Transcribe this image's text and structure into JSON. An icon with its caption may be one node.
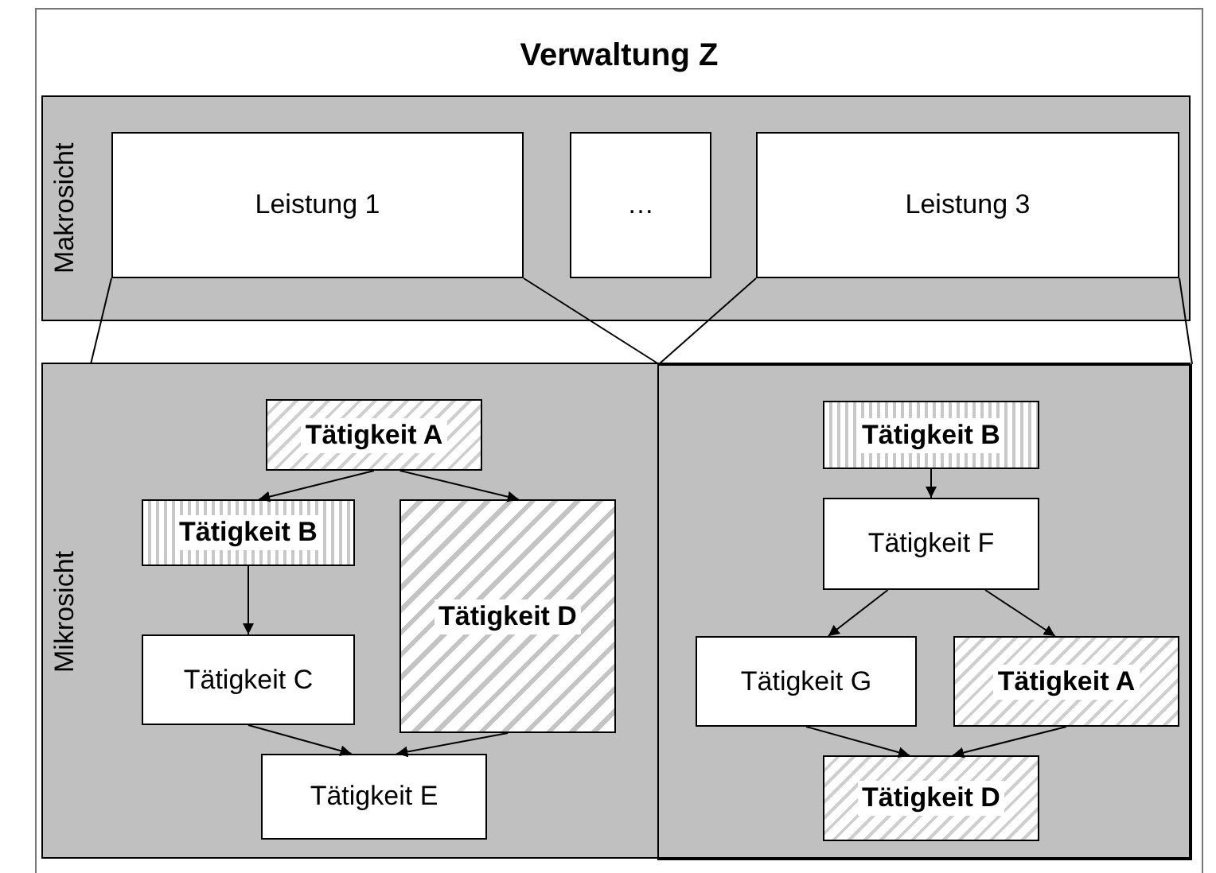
{
  "diagram": {
    "nodes": [
      {
        "text": [
          "Verwaltung Z"
        ]
      },
      {
        "text": [
          "Makrosicht"
        ],
        "in": 0
      },
      {
        "text": [
          "Leistung 1"
        ],
        "in": 1
      },
      {
        "text": [
          "…"
        ],
        "in": 1
      },
      {
        "text": [
          "Leistung 3"
        ],
        "in": 1
      },
      {
        "text": [
          "Mikrosicht"
        ],
        "in": 0
      },
      {
        "text": [],
        "shape": "box",
        "in": 5
      },
      {
        "text": [],
        "shape": "box",
        "in": 5
      },
      {
        "text": [
          "Tätigkeit A"
        ],
        "in": 6
      },
      {
        "text": [
          "Tätigkeit B"
        ],
        "in": 6
      },
      {
        "text": [
          "Tätigkeit D"
        ],
        "in": 6
      },
      {
        "text": [
          "Tätigkeit C"
        ],
        "in": 6
      },
      {
        "text": [
          "Tätigkeit E"
        ],
        "in": 6
      },
      {
        "text": [
          "Tätigkeit B"
        ],
        "in": 7
      },
      {
        "text": [
          "Tätigkeit F"
        ],
        "in": 7
      },
      {
        "text": [
          "Tätigkeit G"
        ],
        "in": 7
      },
      {
        "text": [
          "Tätigkeit A"
        ],
        "in": 7
      },
      {
        "text": [
          "Tätigkeit D"
        ],
        "in": 7
      }
    ],
    "edges": [
      {
        "from": 2,
        "to": 6,
        "arrow": "none"
      },
      {
        "from": 2,
        "to": 6,
        "arrow": "none"
      },
      {
        "from": 4,
        "to": 7,
        "arrow": "none"
      },
      {
        "from": 4,
        "to": 7,
        "arrow": "none"
      },
      {
        "from": 8,
        "to": 9,
        "arrow": "to"
      },
      {
        "from": 8,
        "to": 10,
        "arrow": "to"
      },
      {
        "from": 9,
        "to": 11,
        "arrow": "to"
      },
      {
        "from": 11,
        "to": 12,
        "arrow": "to"
      },
      {
        "from": 10,
        "to": 12,
        "arrow": "to"
      },
      {
        "from": 13,
        "to": 14,
        "arrow": "to"
      },
      {
        "from": 14,
        "to": 15,
        "arrow": "to"
      },
      {
        "from": 14,
        "to": 16,
        "arrow": "to"
      },
      {
        "from": 15,
        "to": 17,
        "arrow": "to"
      },
      {
        "from": 16,
        "to": 17,
        "arrow": "to"
      }
    ]
  }
}
